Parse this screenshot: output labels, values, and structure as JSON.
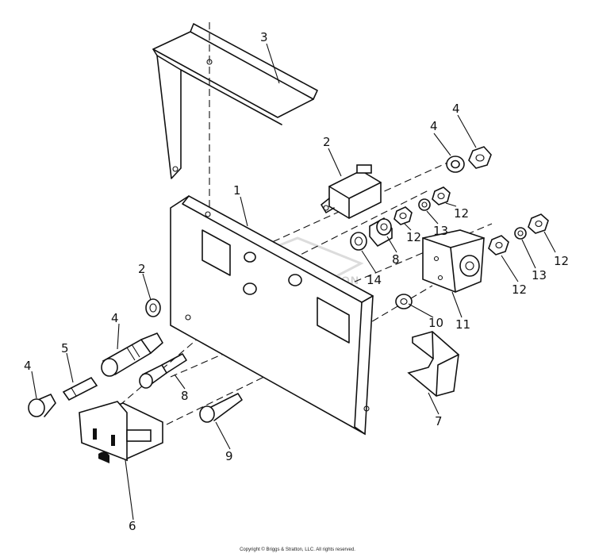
{
  "watermark": "BRIGGS & STRATTON",
  "copyright": "Copyright © Briggs & Stratton, LLC. All rights reserved.",
  "callouts": [
    {
      "id": "c1",
      "text": "1"
    },
    {
      "id": "c2a",
      "text": "2"
    },
    {
      "id": "c2b",
      "text": "2"
    },
    {
      "id": "c3",
      "text": "3"
    },
    {
      "id": "c4a",
      "text": "4"
    },
    {
      "id": "c4b",
      "text": "4"
    },
    {
      "id": "c4c",
      "text": "4"
    },
    {
      "id": "c4d",
      "text": "4"
    },
    {
      "id": "c5",
      "text": "5"
    },
    {
      "id": "c6",
      "text": "6"
    },
    {
      "id": "c7",
      "text": "7"
    },
    {
      "id": "c8a",
      "text": "8"
    },
    {
      "id": "c8b",
      "text": "8"
    },
    {
      "id": "c9",
      "text": "9"
    },
    {
      "id": "c10",
      "text": "10"
    },
    {
      "id": "c11",
      "text": "11"
    },
    {
      "id": "c12a",
      "text": "12"
    },
    {
      "id": "c12b",
      "text": "12"
    },
    {
      "id": "c12c",
      "text": "12"
    },
    {
      "id": "c12d",
      "text": "12"
    },
    {
      "id": "c13a",
      "text": "13"
    },
    {
      "id": "c13b",
      "text": "13"
    },
    {
      "id": "c14",
      "text": "14"
    }
  ]
}
